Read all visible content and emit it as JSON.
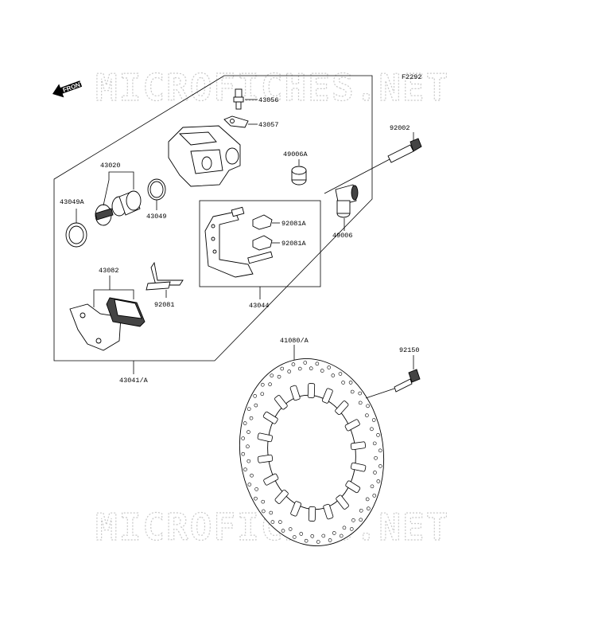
{
  "watermark": {
    "text": "MICROFICHES.NET"
  },
  "diagram_code": "F2292",
  "front_label": "FRONT",
  "labels": {
    "p43056": "43056",
    "p43057": "43057",
    "p92002": "92002",
    "p49006A": "49006A",
    "p43020": "43020",
    "p43049A": "43049A",
    "p43049": "43049",
    "p92081A_1": "92081A",
    "p92081A_2": "92081A",
    "p49006": "49006",
    "p43082": "43082",
    "p92081": "92081",
    "p43044": "43044",
    "p43041A": "43041/A",
    "p41080A": "41080/A",
    "p92150": "92150"
  }
}
